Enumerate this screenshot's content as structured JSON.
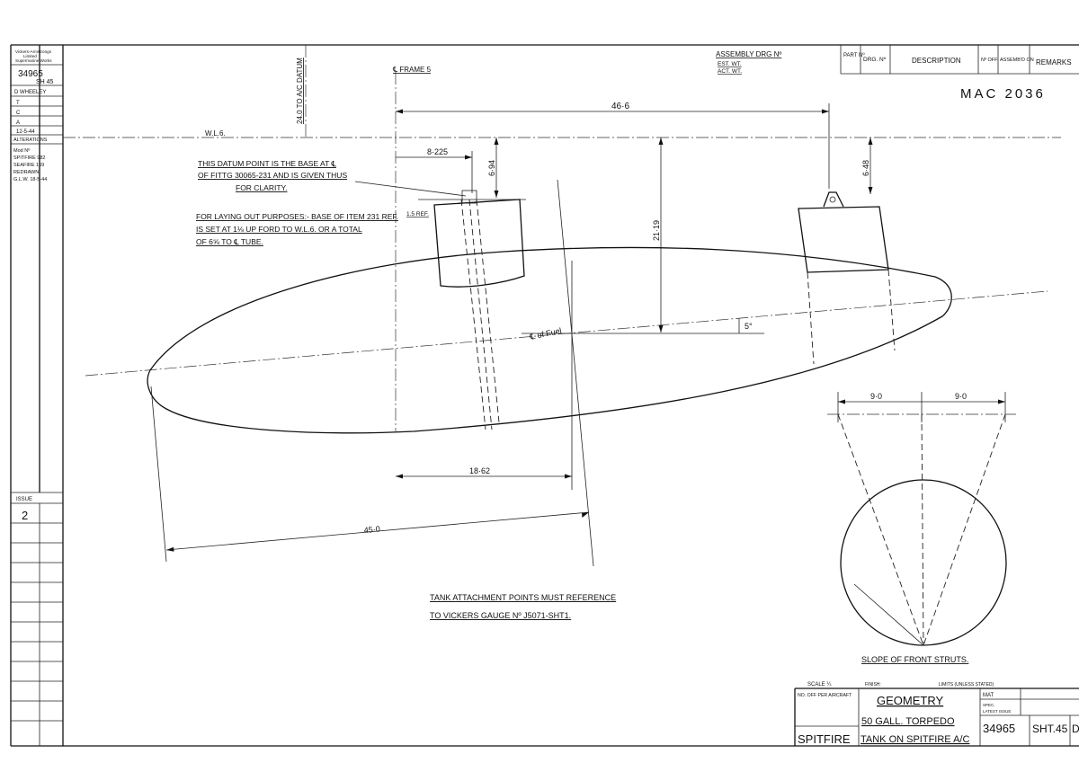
{
  "sidebar": {
    "firm": [
      "Vickers-Armstrongs",
      "Limited",
      "Supermarine Works"
    ],
    "drawing_number": "34965",
    "sheet": "SH 45",
    "drawn": "D WHEELEY",
    "t": "T",
    "c": "C",
    "a": "A",
    "date": "12-5-44",
    "alterations_label": "ALTERATIONS",
    "alteration_notes": [
      "Mod Nº",
      "SPITFIRE 982",
      "SEAFIRE 169",
      "REDRAWN.",
      "G.L.W. 18-5-44"
    ],
    "issue_label": "ISSUE",
    "issue_value": "2"
  },
  "top_table": {
    "assembly_drg": "ASSEMBLY DRG Nº",
    "est_wt": "EST. WT.",
    "act_wt": "ACT. WT.",
    "part_no": "PART Nº",
    "drg_no": "DRG. Nº",
    "description": "DESCRIPTION",
    "no_off": "Nº OFF",
    "assembled_on": "ASSEMB'D ON",
    "remarks": "REMARKS"
  },
  "handwritten_ref": "MAC 2036",
  "labels": {
    "frame": "℄ FRAME 5",
    "datum": "24.0 TO A/C DATUM",
    "wl": "W.L.6.",
    "ref": "1.5 REF.",
    "pencil": "℄ of Fuel"
  },
  "dimensions": {
    "span_top": "46·6",
    "fwd_offset": "8·225",
    "fwd_height": "6·94",
    "rear_height": "6·48",
    "datum_drop": "21·19",
    "angle": "5°",
    "lower": "18·62",
    "length": "45·0",
    "strut_left": "9·0",
    "strut_right": "9·0"
  },
  "notes": {
    "datum_note": [
      "THIS DATUM POINT IS THE BASE AT ℄",
      "OF FITTG 30065-231  AND IS GIVEN THUS",
      "FOR CLARITY."
    ],
    "layout_note": [
      "FOR LAYING OUT PURPOSES:- BASE OF ITEM 231 REF.",
      "IS SET AT 1⅛ UP FORD TO W.L.6. OR A TOTAL",
      "OF 6⅝ TO ℄ TUBE."
    ],
    "attachment_note": [
      "TANK ATTACHMENT POINTS MUST REFERENCE",
      "TO VICKERS GAUGE Nº J5071-SHT1."
    ],
    "strut_caption": "SLOPE OF FRONT STRUTS."
  },
  "title_block": {
    "scale": "SCALE ¼",
    "finish": "FINISH:",
    "limits": "LIMITS (UNLESS STATED)",
    "no_off_per_aircraft": "NO. OFF PER AIRCRAFT",
    "title": "GEOMETRY",
    "subtitle1": "50 GALL. TORPEDO",
    "subtitle2": "TANK ON SPITFIRE A/C",
    "aircraft": "SPITFIRE",
    "mat": "MAT",
    "spec": "SPEC.",
    "latest_issue": "LATEST ISSUE",
    "drawing_no": "34965",
    "sheet": "SHT.45",
    "suffix": "D"
  }
}
